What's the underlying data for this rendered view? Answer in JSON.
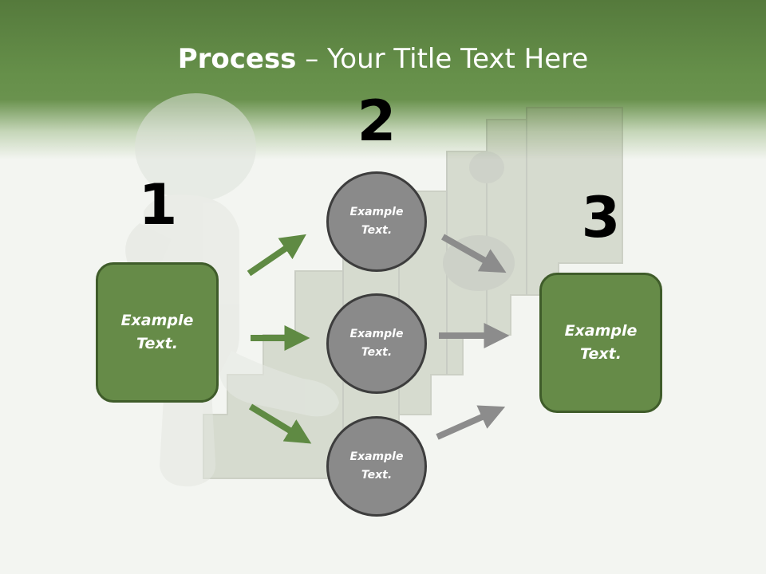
{
  "title": {
    "bold": "Process",
    "rest": " – Your Title Text Here"
  },
  "steps": [
    {
      "number": "1",
      "label": "Example Text."
    },
    {
      "number": "2",
      "circles": [
        "Example Text.",
        "Example Text.",
        "Example Text."
      ]
    },
    {
      "number": "3",
      "label": "Example Text."
    }
  ],
  "colors": {
    "green": "#668b48",
    "dark_green": "#3f5c2a",
    "gray": "#8a8a8a",
    "arrow_gray": "#8c8c8c"
  }
}
